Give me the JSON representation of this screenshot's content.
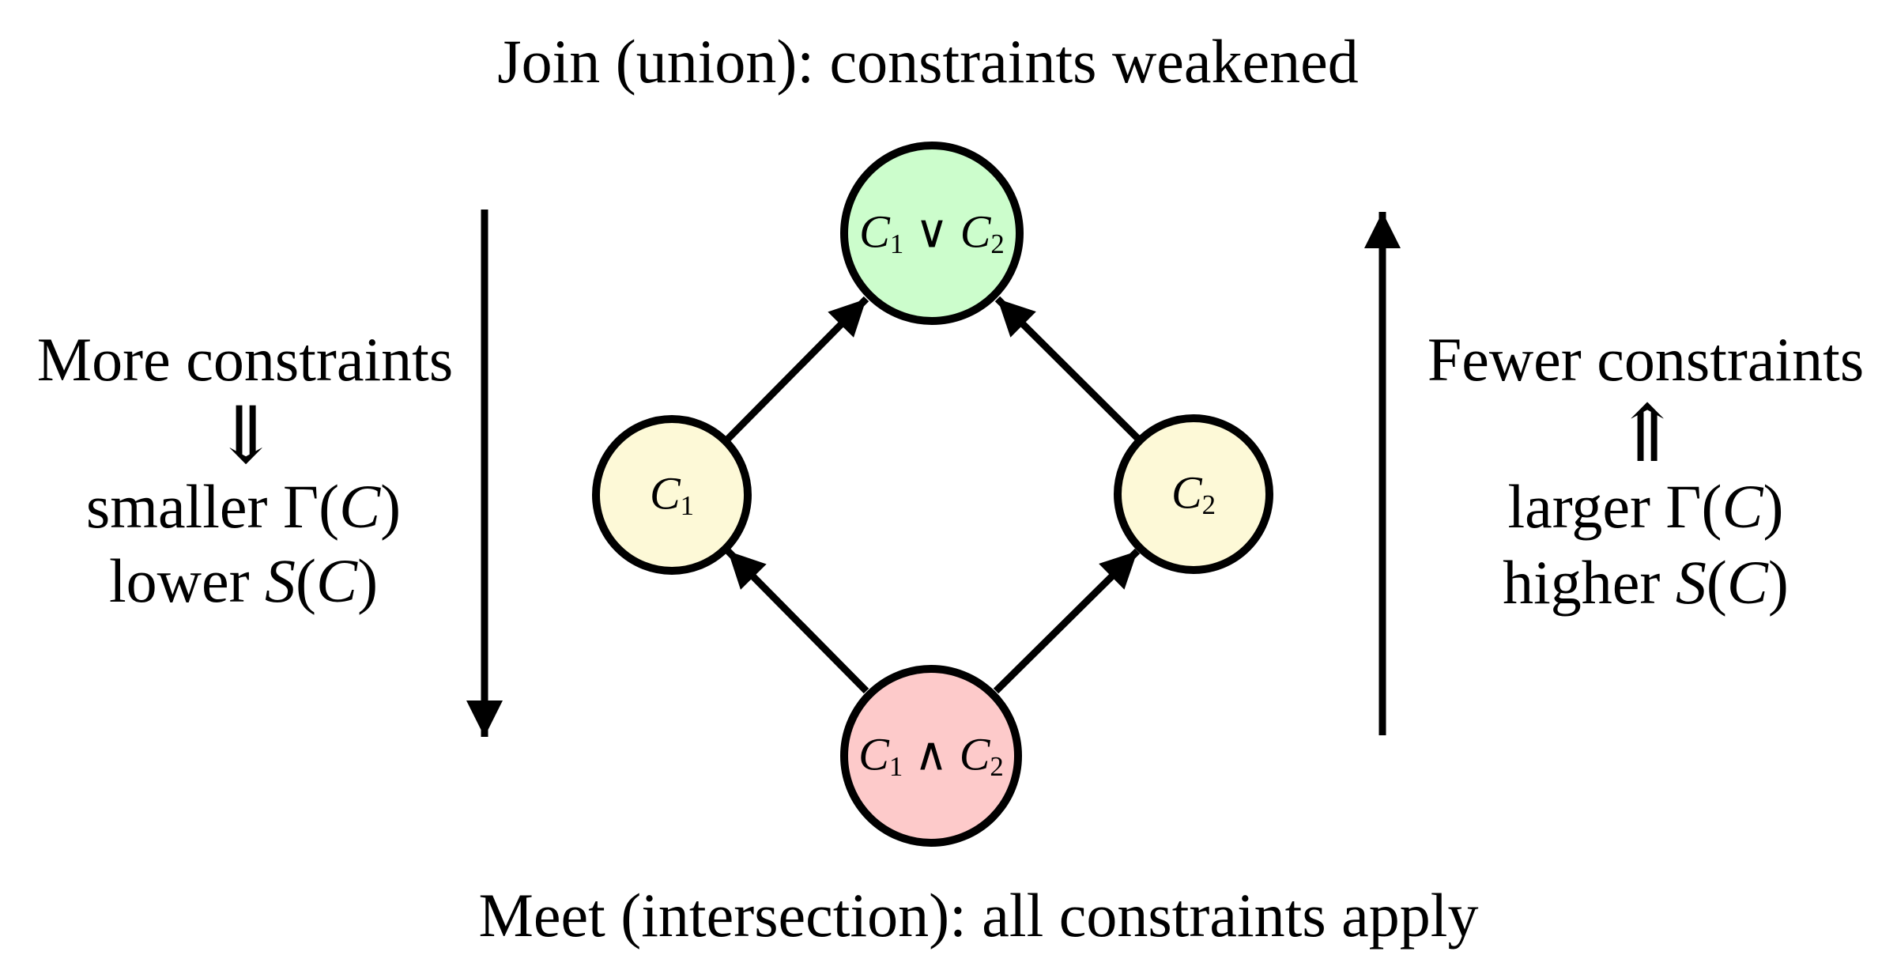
{
  "title": "Join (union): constraints weakened",
  "caption": "Meet (intersection): all constraints apply",
  "left_panel": {
    "line1": "More constraints",
    "arrow_glyph": "⇓",
    "line2": [
      {
        "t": "smaller Γ("
      },
      {
        "t": "C",
        "s": "it"
      },
      {
        "t": ")"
      }
    ],
    "line3": [
      {
        "t": "lower "
      },
      {
        "t": "S",
        "s": "it"
      },
      {
        "t": "("
      },
      {
        "t": "C",
        "s": "it"
      },
      {
        "t": ")"
      }
    ]
  },
  "right_panel": {
    "line1": "Fewer constraints",
    "arrow_glyph": "⇑",
    "line2": [
      {
        "t": "larger Γ("
      },
      {
        "t": "C",
        "s": "it"
      },
      {
        "t": ")"
      }
    ],
    "line3": [
      {
        "t": "higher "
      },
      {
        "t": "S",
        "s": "it"
      },
      {
        "t": "("
      },
      {
        "t": "C",
        "s": "it"
      },
      {
        "t": ")"
      }
    ]
  },
  "nodes": {
    "join": {
      "fill": "#ccfdcc",
      "label": [
        {
          "t": "C",
          "s": "it"
        },
        {
          "t": "1",
          "s": "sub"
        },
        {
          "t": " ∨ "
        },
        {
          "t": "C",
          "s": "it"
        },
        {
          "t": "2",
          "s": "sub"
        }
      ]
    },
    "c1": {
      "fill": "#fdf9d7",
      "label": [
        {
          "t": "C",
          "s": "it"
        },
        {
          "t": "1",
          "s": "sub"
        }
      ]
    },
    "c2": {
      "fill": "#fdf9d7",
      "label": [
        {
          "t": "C",
          "s": "it"
        },
        {
          "t": "2",
          "s": "sub"
        }
      ]
    },
    "meet": {
      "fill": "#fdcaca",
      "label": [
        {
          "t": "C",
          "s": "it"
        },
        {
          "t": "1",
          "s": "sub"
        },
        {
          "t": " ∧ "
        },
        {
          "t": "C",
          "s": "it"
        },
        {
          "t": "2",
          "s": "sub"
        }
      ]
    }
  },
  "edges": [
    {
      "from": "meet",
      "to": "c1"
    },
    {
      "from": "meet",
      "to": "c2"
    },
    {
      "from": "c1",
      "to": "join"
    },
    {
      "from": "c2",
      "to": "join"
    }
  ],
  "colors": {
    "background": "#ffffff",
    "stroke": "#000000",
    "text": "#000000"
  }
}
